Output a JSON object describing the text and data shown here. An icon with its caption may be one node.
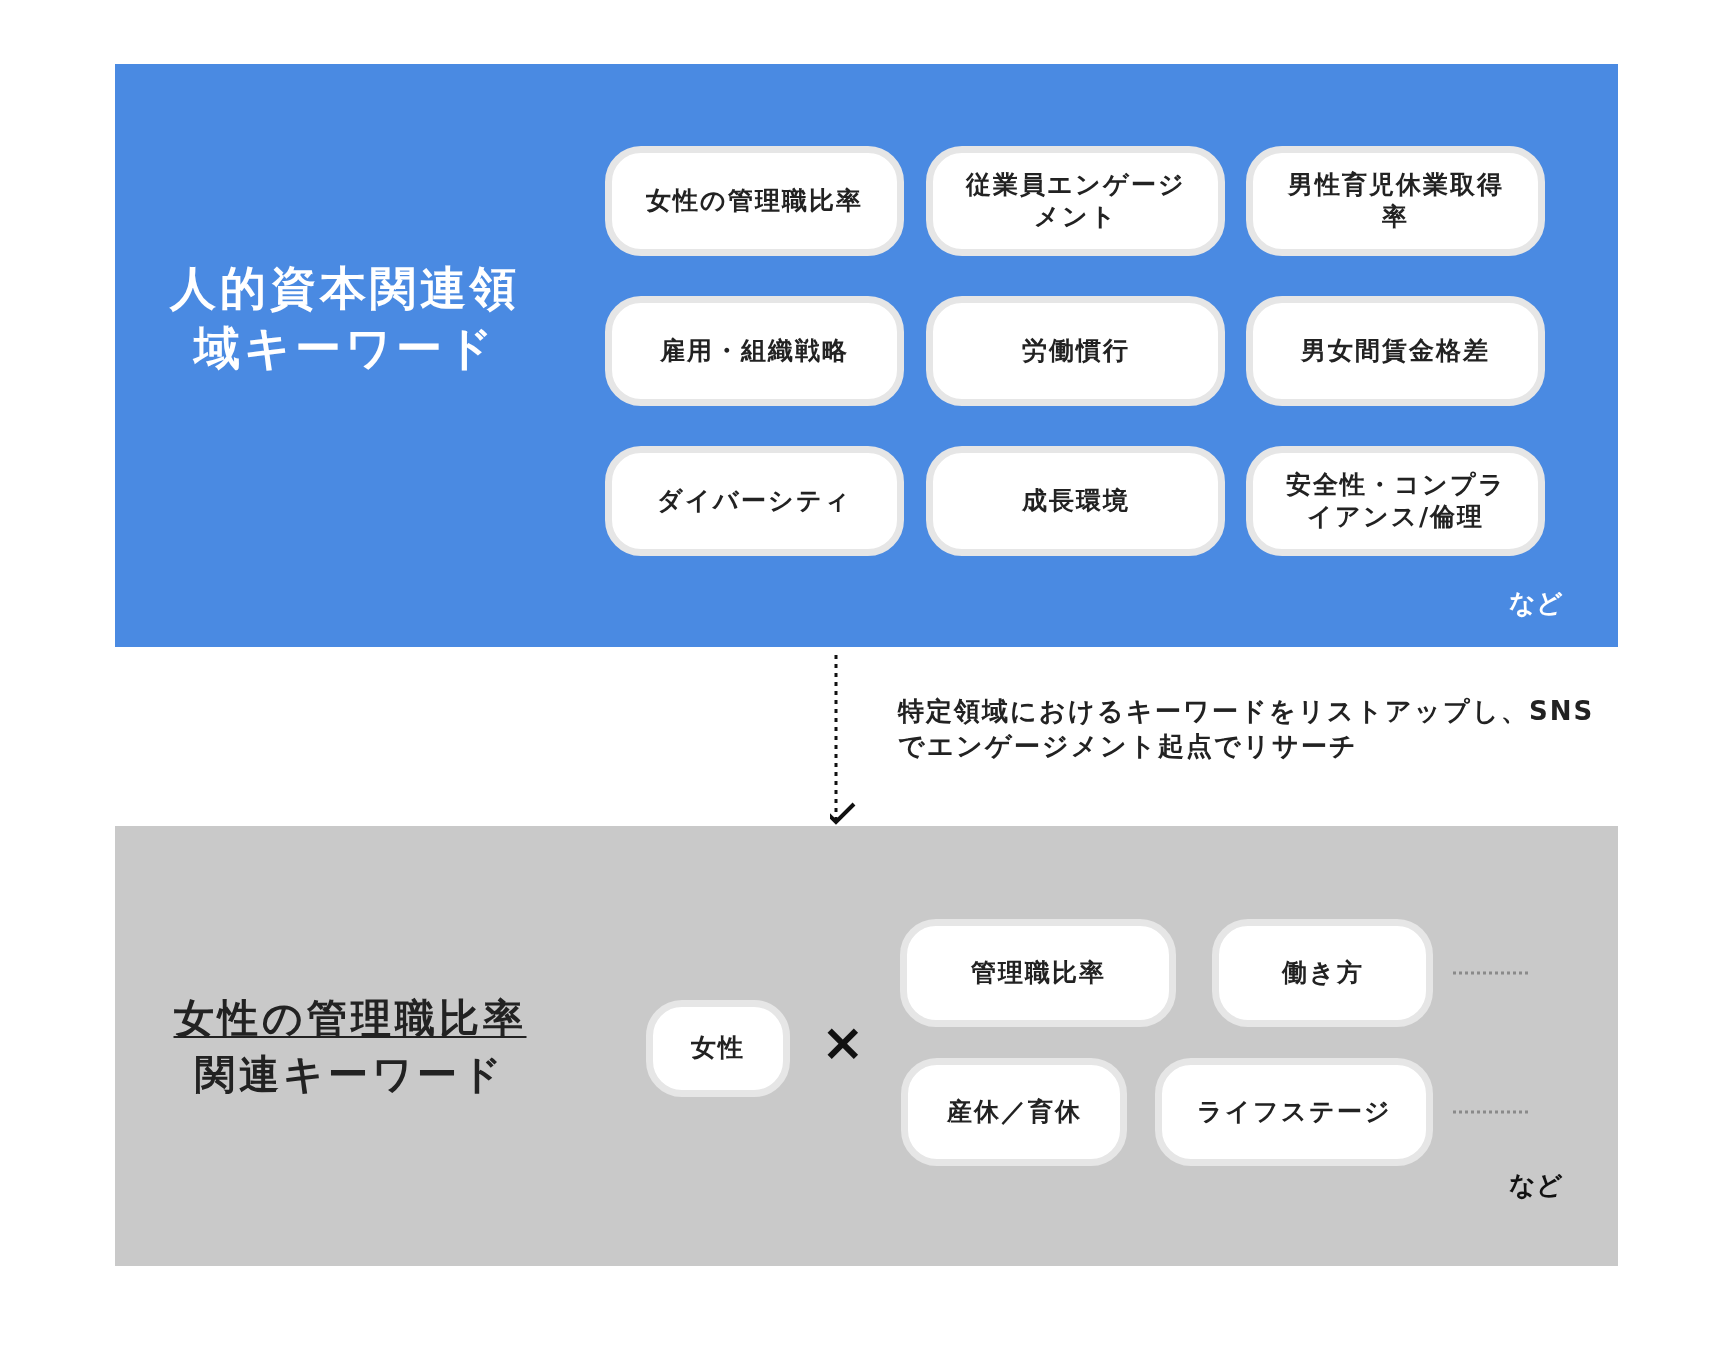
{
  "diagram": {
    "nodes": [
      {
        "text": [
          "人的資本関連領域キーワード"
        ]
      },
      {
        "text": [
          "女性の管理職比率"
        ],
        "in": 0
      },
      {
        "text": [
          "従業員エンゲージメント"
        ],
        "in": 0
      },
      {
        "text": [
          "男性育児休業取得率"
        ],
        "in": 0
      },
      {
        "text": [
          "雇用・組織戦略"
        ],
        "in": 0
      },
      {
        "text": [
          "労働慣行"
        ],
        "in": 0
      },
      {
        "text": [
          "男女間賃金格差"
        ],
        "in": 0
      },
      {
        "text": [
          "ダイバーシティ"
        ],
        "in": 0
      },
      {
        "text": [
          "成長環境"
        ],
        "in": 0
      },
      {
        "text": [
          "安全性・コンプライアンス/倫理"
        ],
        "in": 0
      },
      {
        "text": [
          "女性の管理職比率",
          "関連キーワード"
        ]
      },
      {
        "text": [
          "女性"
        ],
        "in": 10
      },
      {
        "text": [
          "管理職比率"
        ],
        "in": 10
      },
      {
        "text": [
          "働き方"
        ],
        "in": 10
      },
      {
        "text": [
          "産休／育休"
        ],
        "in": 10
      },
      {
        "text": [
          "ライフステージ"
        ],
        "in": 10
      }
    ],
    "edges": [
      {
        "from": 0,
        "to": 10,
        "arrow": "to",
        "style": "dashed",
        "label": "特定領域におけるキーワードをリストアップし、SNSでエンゲージメント起点でリサーチ"
      }
    ],
    "labels": [
      "など",
      "×",
      "など"
    ]
  }
}
